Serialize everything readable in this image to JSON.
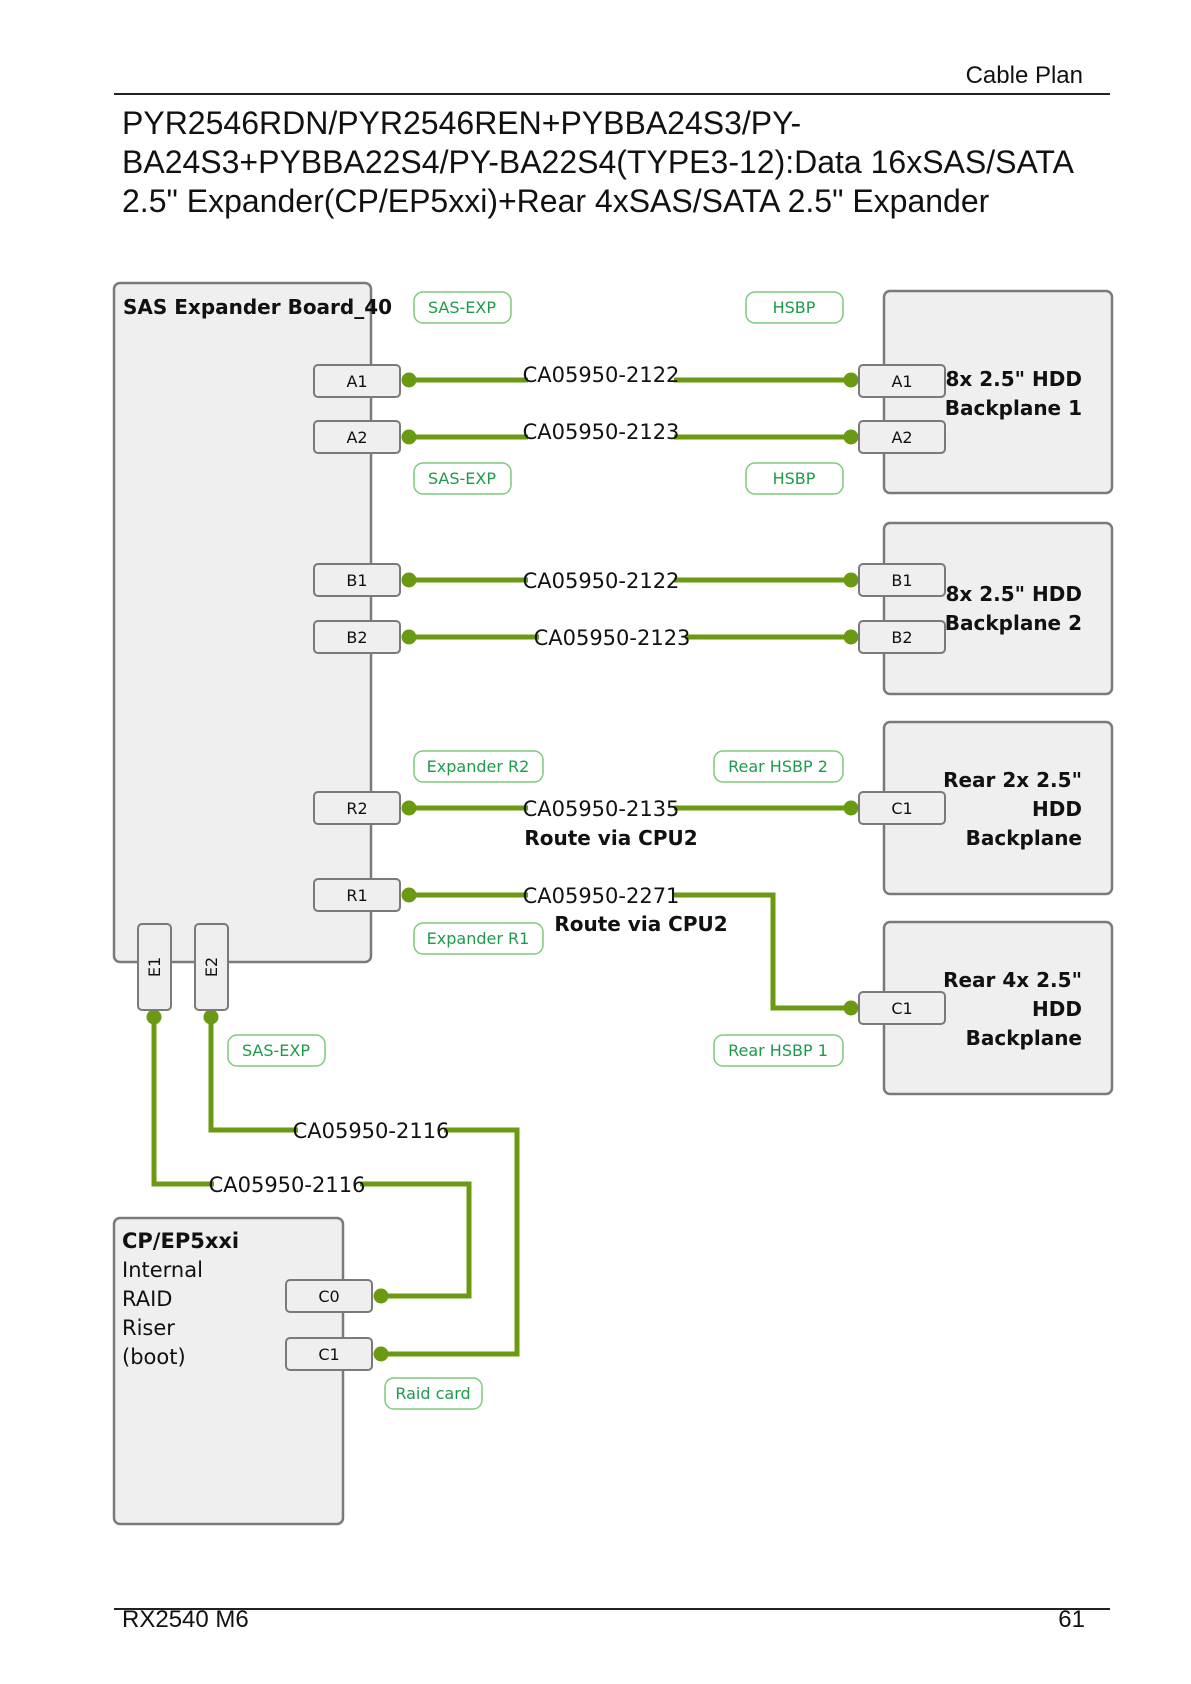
{
  "header": {
    "section": "Cable Plan"
  },
  "title_lines": [
    "PYR2546RDN/PYR2546REN+PYBBA24S3/PY-",
    "BA24S3+PYBBA22S4/PY-BA22S4(TYPE3-12):Data 16xSAS/SATA",
    "2.5\" Expander(CP/EP5xxi)+Rear 4xSAS/SATA 2.5\" Expander"
  ],
  "diagram": {
    "colors": {
      "cable": "#6a9a12",
      "tag_text": "#1e9a4b",
      "tag_border": "#7fc97f",
      "box_fill": "#efefef",
      "box_border": "#7a7a7a"
    },
    "expander_board": {
      "title": "SAS Expander Board_40",
      "ports": [
        "A1",
        "A2",
        "B1",
        "B2",
        "R2",
        "R1",
        "E1",
        "E2"
      ]
    },
    "backplane1": {
      "lines": [
        "8x 2.5\" HDD",
        "Backplane 1"
      ],
      "ports": [
        "A1",
        "A2"
      ]
    },
    "backplane2": {
      "lines": [
        "8x 2.5\" HDD",
        "Backplane 2"
      ],
      "ports": [
        "B1",
        "B2"
      ]
    },
    "rear_backplane2": {
      "lines": [
        "Rear 2x 2.5\"",
        "HDD",
        "Backplane"
      ],
      "port": "C1"
    },
    "rear_backplane4": {
      "lines": [
        "Rear 4x 2.5\"",
        "HDD",
        "Backplane"
      ],
      "port": "C1"
    },
    "raid": {
      "lines": [
        "CP/EP5xxi",
        "Internal",
        "RAID",
        "Riser",
        "(boot)"
      ],
      "ports": [
        "C0",
        "C1"
      ]
    },
    "tags": {
      "sas_exp": "SAS-EXP",
      "hsbp": "HSBP",
      "expander_r2": "Expander R2",
      "rear_hsbp2": "Rear HSBP 2",
      "expander_r1": "Expander R1",
      "rear_hsbp1": "Rear HSBP 1",
      "raid_card": "Raid card"
    },
    "cables": {
      "a1": "CA05950-2122",
      "a2": "CA05950-2123",
      "b1": "CA05950-2122",
      "b2": "CA05950-2123",
      "r2": "CA05950-2135",
      "r1": "CA05950-2271",
      "e2": "CA05950-2116",
      "e1": "CA05950-2116"
    },
    "route_notes": {
      "r2": "Route via CPU2",
      "r1": "Route via CPU2"
    }
  },
  "footer": {
    "model": "RX2540 M6",
    "page": "61"
  }
}
